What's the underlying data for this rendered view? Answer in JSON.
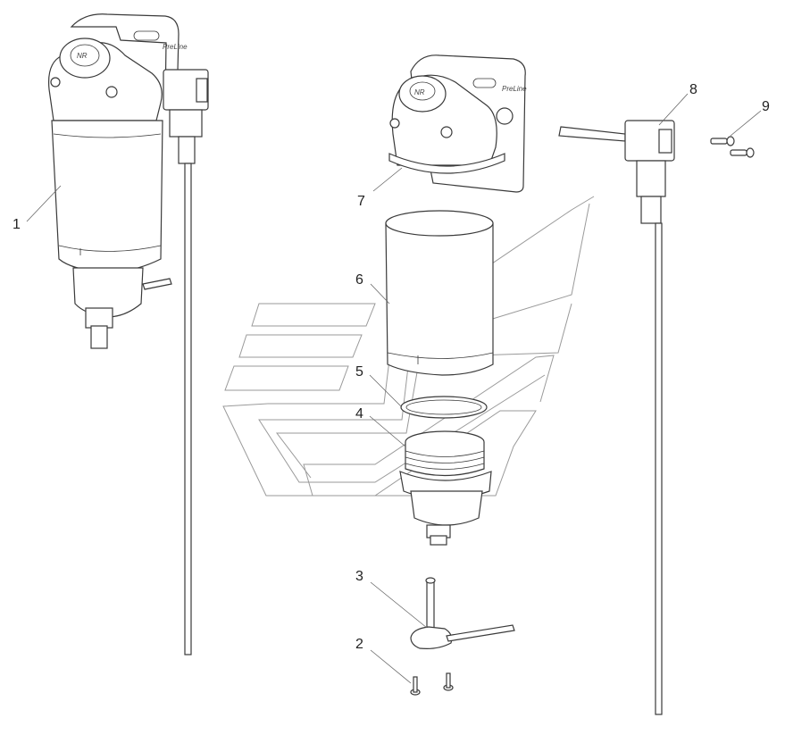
{
  "diagram": {
    "brand_mark": "PreLine",
    "callouts": [
      {
        "id": "1",
        "label": "1"
      },
      {
        "id": "2",
        "label": "2"
      },
      {
        "id": "3",
        "label": "3"
      },
      {
        "id": "4",
        "label": "4"
      },
      {
        "id": "5",
        "label": "5"
      },
      {
        "id": "6",
        "label": "6"
      },
      {
        "id": "7",
        "label": "7"
      },
      {
        "id": "8",
        "label": "8"
      },
      {
        "id": "9",
        "label": "9"
      }
    ]
  }
}
